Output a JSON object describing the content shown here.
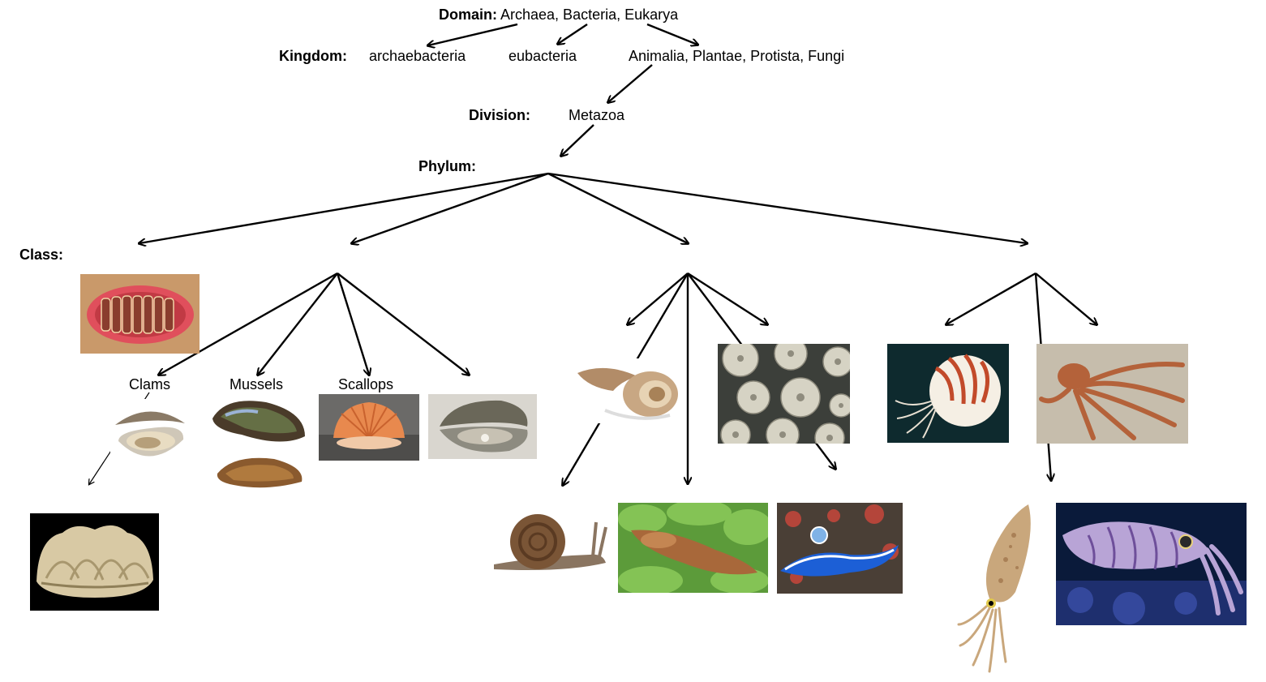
{
  "levels": {
    "domain": "Domain:",
    "kingdom": "Kingdom:",
    "division": "Division:",
    "phylum": "Phylum:",
    "class": "Class:"
  },
  "domain_values": "Archaea, Bacteria, Eukarya",
  "kingdoms": {
    "archaebacteria": "archaebacteria",
    "eubacteria": "eubacteria",
    "eukaryotes": "Animalia, Plantae, Protista, Fungi"
  },
  "division_value": "Metazoa",
  "bivalve_labels": {
    "clams": "Clams",
    "mussels": "Mussels",
    "scallops": "Scallops"
  },
  "icons": [
    "chiton-photo",
    "clam-photo",
    "mussel-photo",
    "scallop-photo",
    "oyster-photo",
    "giant-clam-photo",
    "whelk-photo",
    "limpet-photo",
    "snail-photo",
    "slug-photo",
    "nudibranch-photo",
    "nautilus-photo",
    "octopus-photo",
    "squid-photo",
    "cuttlefish-photo"
  ]
}
